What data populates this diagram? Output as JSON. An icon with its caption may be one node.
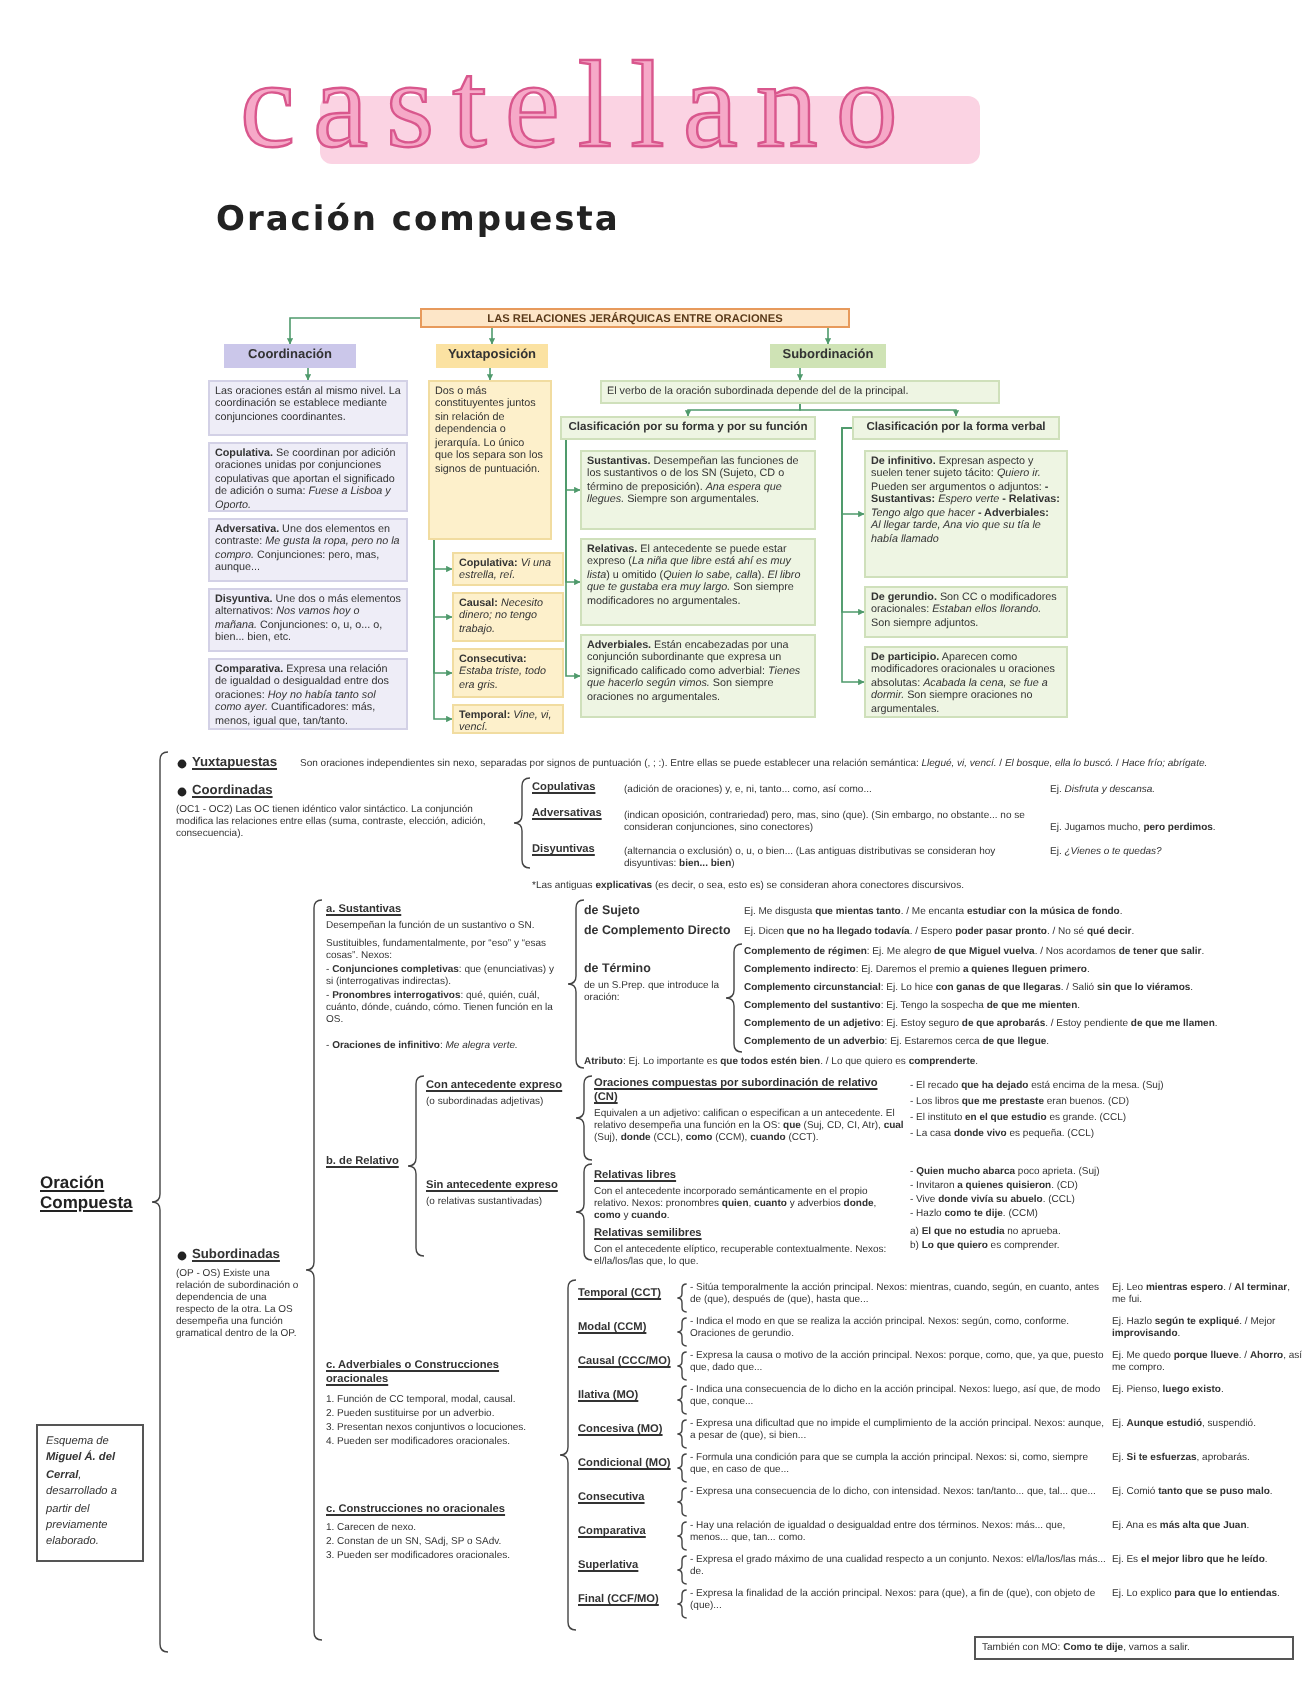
{
  "diagram": {
    "title": "castellano",
    "nodes": [
      {
        "text": [
          "LAS RELACIONES JERÁRQUICAS ENTRE ORACIONES"
        ]
      },
      {
        "text": [
          "Coordinación"
        ]
      },
      {
        "text": [
          "Yuxtaposición"
        ]
      },
      {
        "text": [
          "Subordinación"
        ]
      },
      {
        "text": [
          "Las oraciones están al mismo nivel. La coordinación se establece mediante conjunciones coordinantes."
        ]
      },
      {
        "text": [
          "**Copulativa.** Se coordinan por adición oraciones unidas por conjunciones copulativas que aportan el significado de adición o suma: *Fuese a Lisboa y Oporto.*"
        ]
      },
      {
        "text": [
          "**Adversativa.** Une dos elementos en contraste: *Me gusta la ropa, pero no la compro.* Conjunciones: pero, mas, aunque..."
        ]
      },
      {
        "text": [
          "**Disyuntiva.** Une dos o más elementos alternativos: *Nos vamos hoy o mañana.* Conjunciones: o, u, o... o, bien... bien, etc."
        ]
      },
      {
        "text": [
          "**Comparativa.** Expresa una relación de igualdad o desigualdad entre dos oraciones: *Hoy no había tanto sol como ayer.* Cuantificadores: más, menos, igual que, tan/tanto."
        ]
      },
      {
        "text": [
          "Dos o más constituyentes juntos sin relación de dependencia o jerarquía. Lo único que los separa son los signos de puntuación."
        ]
      },
      {
        "text": [
          "**Copulativa:** *Vi una estrella, reí.*"
        ]
      },
      {
        "text": [
          "**Causal:** *Necesito dinero; no tengo trabajo.*"
        ]
      },
      {
        "text": [
          "**Consecutiva:** *Estaba triste, todo era gris.*"
        ]
      },
      {
        "text": [
          "**Temporal:** *Vine, vi, vencí.*"
        ]
      },
      {
        "text": [
          "El verbo de la oración subordinada depende del de la principal."
        ]
      },
      {
        "text": [
          "Clasificación por su forma y por su función"
        ]
      },
      {
        "text": [
          "**Sustantivas.** Desempeñan las funciones de los sustantivos o de los SN (Sujeto, CD o término de preposición). *Ana espera que llegues.* Siempre son argumentales."
        ]
      },
      {
        "text": [
          "**Relativas.** El antecedente se puede estar expreso (*La niña que libre está ahí es muy lista*) u omitido (*Quien lo sabe, calla*). *El libro que te gustaba era muy largo.* Son siempre modificadores no argumentales."
        ]
      },
      {
        "text": [
          "**Adverbiales.** Están encabezadas por una conjunción subordinante que expresa un significado calificado como adverbial: *Tienes que hacerlo según vimos.* Son siempre oraciones no argumentales."
        ]
      },
      {
        "text": [
          "Clasificación por la forma verbal"
        ]
      },
      {
        "text": [
          "**De infinitivo.** Expresan aspecto y suelen tener sujeto tácito: *Quiero ir.* Pueden ser argumentos o adjuntos: **- Sustantivas:** *Espero verte* **- Relativas:** *Tengo algo que hacer* **- Adverbiales:** *Al llegar tarde, Ana vio que su tía le había llamado*"
        ]
      },
      {
        "text": [
          "**De gerundio.** Son CC o modificadores oracionales: *Estaban ellos llorando.* Son siempre adjuntos."
        ]
      },
      {
        "text": [
          "**De participio.** Aparecen como modificadores oracionales u oraciones absolutas: *Acabada la cena, se fue a dormir.* Son siempre oraciones no argumentales."
        ]
      }
    ],
    "edges": [
      {
        "from": 0,
        "to": 1,
        "arrow": "to"
      },
      {
        "from": 0,
        "to": 2,
        "arrow": "to"
      },
      {
        "from": 0,
        "to": 3,
        "arrow": "to"
      },
      {
        "from": 1,
        "to": 4,
        "arrow": "to"
      },
      {
        "from": 2,
        "to": 9,
        "arrow": "to"
      },
      {
        "from": 3,
        "to": 14,
        "arrow": "to"
      },
      {
        "from": 14,
        "to": 15,
        "arrow": "to"
      },
      {
        "from": 14,
        "to": 19,
        "arrow": "to"
      },
      {
        "from": 15,
        "to": 16,
        "arrow": "to"
      },
      {
        "from": 15,
        "to": 17,
        "arrow": "to"
      },
      {
        "from": 15,
        "to": 18,
        "arrow": "to"
      },
      {
        "from": 19,
        "to": 20,
        "arrow": "to"
      },
      {
        "from": 19,
        "to": 21,
        "arrow": "to"
      },
      {
        "from": 19,
        "to": 22,
        "arrow": "to"
      },
      {
        "from": 9,
        "to": 10,
        "arrow": "to"
      },
      {
        "from": 9,
        "to": 11,
        "arrow": "to"
      },
      {
        "from": 9,
        "to": 12,
        "arrow": "to"
      },
      {
        "from": 9,
        "to": 13,
        "arrow": "to"
      }
    ],
    "labels": [
      "Oración compuesta",
      "Oración Compuesta",
      "Yuxtapuestas",
      "Son oraciones independientes sin nexo, separadas por signos de puntuación (, ; :). Entre ellas se puede establecer una relación semántica: *Llegué, vi, vencí.* / *El bosque, ella lo buscó.* / *Hace frío; abrígate.*",
      "Coordinadas",
      "(OC1 - OC2) Las OC tienen idéntico valor sintáctico. La conjunción modifica las relaciones entre ellas (suma, contraste, elección, adición, consecuencia).",
      "Copulativas",
      "(adición de oraciones) y, e, ni, tanto... como, así como...",
      "Ej. *Disfruta y descansa.*",
      "Adversativas",
      "(indican oposición, contrariedad) pero, mas, sino (que). (Sin embargo, no obstante... no se consideran conjunciones, sino conectores)",
      "Ej. Jugamos mucho, **pero perdimos**.",
      "Disyuntivas",
      "(alternancia o exclusión) o, u, o bien... (Las antiguas distributivas se consideran hoy disyuntivas: **bien... bien**)",
      "Ej. *¿Vienes o te quedas?*",
      "*Las antiguas **explicativas** (es decir, o sea, esto es) se consideran ahora conectores discursivos.",
      "a. Sustantivas",
      "Desempeñan la función de un sustantivo o SN.",
      "Sustituibles, fundamentalmente, por “eso” y “esas cosas”. Nexos:",
      "- **Conjunciones completivas**: que (enunciativas) y si (interrogativas indirectas).",
      "- **Pronombres interrogativos**: qué, quién, cuál, cuánto, dónde, cuándo, cómo. Tienen función en la OS.",
      "- **Oraciones de infinitivo**: *Me alegra verte.*",
      "de Sujeto",
      "Ej. Me disgusta **que mientas tanto**. / Me encanta **estudiar con la música de fondo**.",
      "de Complemento Directo",
      "Ej. Dicen **que no ha llegado todavía**. / Espero **poder pasar pronto**. / No sé **qué decir**.",
      "de Término",
      "de un S.Prep. que introduce la oración:",
      "**Complemento de régimen**: Ej. Me alegro **de que Miguel vuelva**. / Nos acordamos **de tener que salir**.",
      "**Complemento indirecto**: Ej. Daremos el premio **a quienes lleguen primero**.",
      "**Complemento circunstancial**: Ej. Lo hice **con ganas de que llegaras**. / Salió **sin que lo viéramos**.",
      "**Complemento del sustantivo**: Ej. Tengo la sospecha **de que me mienten**.",
      "**Complemento de un adjetivo**: Ej. Estoy seguro **de que aprobarás**. / Estoy pendiente **de que me llamen**.",
      "**Complemento de un adverbio**: Ej. Estaremos cerca **de que llegue**.",
      "**Atributo**: Ej. Lo importante es **que todos estén bien**. / Lo que quiero es **comprenderte**.",
      "b. de Relativo",
      "Con antecedente expreso",
      "(o subordinadas adjetivas)",
      "Oraciones compuestas por subordinación de relativo (CN)",
      "Equivalen a un adjetivo: califican o especifican a un antecedente. El relativo desempeña una función en la OS: **que** (Suj, CD, CI, Atr), **cual** (Suj), **donde** (CCL), **como** (CCM), **cuando** (CCT).",
      "- El recado **que ha dejado** está encima de la mesa. (Suj)",
      "- Los libros **que me prestaste** eran buenos. (CD)",
      "- El instituto **en el que estudio** es grande. (CCL)",
      "- La casa **donde vivo** es pequeña. (CCL)",
      "Sin antecedente expreso",
      "(o relativas sustantivadas)",
      "Relativas libres",
      "Con el antecedente incorporado semánticamente en el propio relativo. Nexos: pronombres **quien**, **cuanto** y adverbios **donde**, **como** y **cuando**.",
      "- **Quien mucho abarca** poco aprieta. (Suj)",
      "- Invitaron **a quienes quisieron**. (CD)",
      "- Vive **donde vivía su abuelo**. (CCL)",
      "- Hazlo **como te dije**. (CCM)",
      "Relativas semilibres",
      "Con el antecedente elíptico, recuperable contextualmente. Nexos: el/la/los/las que, lo que.",
      "a) **El que no estudia** no aprueba.",
      "b) **Lo que quiero** es comprender.",
      "Subordinadas",
      "(OP - OS) Existe una relación de subordinación o dependencia de una respecto de la otra. La OS desempeña una función gramatical dentro de la OP.",
      "c. Adverbiales o Construcciones oracionales",
      "1. Función de CC temporal, modal, causal.",
      "2. Pueden sustituirse por un adverbio.",
      "3. Presentan nexos conjuntivos o locuciones.",
      "4. Pueden ser modificadores oracionales.",
      "c. Construcciones no oracionales",
      "1. Carecen de nexo.",
      "2. Constan de un SN, SAdj, SP o SAdv.",
      "3. Pueden ser modificadores oracionales.",
      "Temporal (CCT)",
      "- Sitúa temporalmente la acción principal. Nexos: mientras, cuando, según, en cuanto, antes de (que), después de (que), hasta que...",
      "Ej. Leo **mientras espero**. / **Al terminar**, me fui.",
      "Modal (CCM)",
      "- Indica el modo en que se realiza la acción principal. Nexos: según, como, conforme. Oraciones de gerundio.",
      "Ej. Hazlo **según te expliqué**. / Mejor **improvisando**.",
      "Causal (CCC/MO)",
      "- Expresa la causa o motivo de la acción principal. Nexos: porque, como, que, ya que, puesto que, dado que...",
      "Ej. Me quedo **porque llueve**. / **Ahorro**, así me compro.",
      "Ilativa (MO)",
      "- Indica una consecuencia de lo dicho en la acción principal. Nexos: luego, así que, de modo que, conque...",
      "Ej. Pienso, **luego existo**.",
      "Concesiva (MO)",
      "- Expresa una dificultad que no impide el cumplimiento de la acción principal. Nexos: aunque, a pesar de (que), si bien...",
      "Ej. **Aunque estudió**, suspendió.",
      "Condicional (MO)",
      "- Formula una condición para que se cumpla la acción principal. Nexos: si, como, siempre que, en caso de que...",
      "Ej. **Si te esfuerzas**, aprobarás.",
      "Consecutiva",
      "- Expresa una consecuencia de lo dicho, con intensidad. Nexos: tan/tanto... que, tal... que...",
      "Ej. Comió **tanto que se puso malo**.",
      "Comparativa",
      "- Hay una relación de igualdad o desigualdad entre dos términos. Nexos: más... que, menos... que, tan... como.",
      "Ej. Ana es **más alta que Juan**.",
      "Superlativa",
      "- Expresa el grado máximo de una cualidad respecto a un conjunto. Nexos: el/la/los/las más... de.",
      "Ej. Es **el mejor libro que he leído**.",
      "Final (CCF/MO)",
      "- Expresa la finalidad de la acción principal. Nexos: para (que), a fin de (que), con objeto de (que)...",
      "Ej. Lo explico **para que lo entiendas**.",
      "También con MO: **Como te dije**, vamos a salir.",
      "Esquema de **Miguel Á. del Cerral**, desarrollado a partir del previamente elaborado."
    ]
  }
}
